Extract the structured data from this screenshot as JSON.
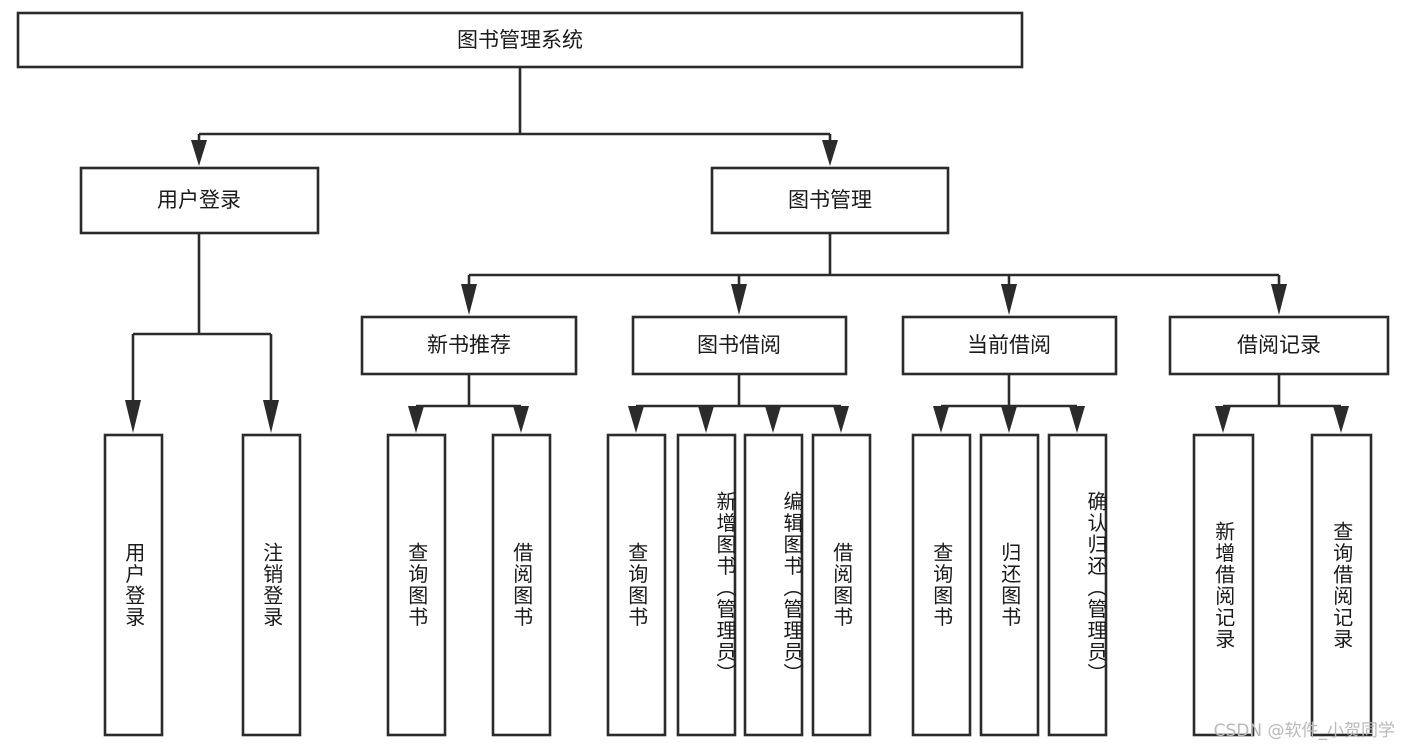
{
  "diagram": {
    "title": "图书管理系统",
    "type": "tree-hierarchy",
    "root": {
      "label": "图书管理系统",
      "orientation": "horizontal"
    },
    "level2": [
      {
        "label": "用户登录",
        "orientation": "horizontal"
      },
      {
        "label": "图书管理",
        "orientation": "horizontal"
      }
    ],
    "level3": [
      {
        "label": "新书推荐",
        "orientation": "horizontal"
      },
      {
        "label": "图书借阅",
        "orientation": "horizontal"
      },
      {
        "label": "当前借阅",
        "orientation": "horizontal"
      },
      {
        "label": "借阅记录",
        "orientation": "horizontal"
      }
    ],
    "leaves": [
      {
        "label": "用户登录",
        "parent": "用户登录",
        "orientation": "vertical"
      },
      {
        "label": "注销登录",
        "parent": "用户登录",
        "orientation": "vertical"
      },
      {
        "label": "查询图书",
        "parent": "新书推荐",
        "orientation": "vertical"
      },
      {
        "label": "借阅图书",
        "parent": "新书推荐",
        "orientation": "vertical"
      },
      {
        "label": "查询图书",
        "parent": "图书借阅",
        "orientation": "vertical"
      },
      {
        "label": "新增图书（管理员）",
        "parent": "图书借阅",
        "orientation": "vertical"
      },
      {
        "label": "编辑图书（管理员）",
        "parent": "图书借阅",
        "orientation": "vertical"
      },
      {
        "label": "借阅图书",
        "parent": "图书借阅",
        "orientation": "vertical"
      },
      {
        "label": "查询图书",
        "parent": "当前借阅",
        "orientation": "vertical"
      },
      {
        "label": "归还图书",
        "parent": "当前借阅",
        "orientation": "vertical"
      },
      {
        "label": "确认归还（管理员）",
        "parent": "当前借阅",
        "orientation": "vertical"
      },
      {
        "label": "新增借阅记录",
        "parent": "借阅记录",
        "orientation": "vertical"
      },
      {
        "label": "查询借阅记录",
        "parent": "借阅记录",
        "orientation": "vertical"
      }
    ],
    "watermark": "CSDN @软件_小贺同学",
    "colors": {
      "stroke": "#2b2b2b",
      "fill": "#ffffff",
      "text": "#1a1a1a",
      "watermark": "#b9b9b9"
    }
  }
}
